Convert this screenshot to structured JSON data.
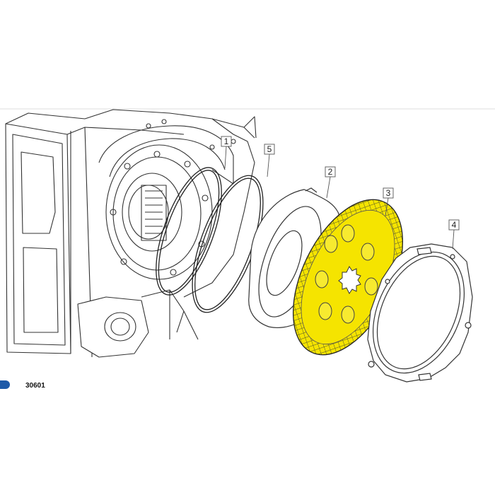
{
  "callouts": [
    {
      "id": "1",
      "label": "1"
    },
    {
      "id": "5",
      "label": "5"
    },
    {
      "id": "2",
      "label": "2"
    },
    {
      "id": "3",
      "label": "3"
    },
    {
      "id": "4",
      "label": "4"
    }
  ],
  "reference_number": "30601",
  "colors": {
    "line": "#333333",
    "highlight": "#f5e400",
    "highlight_mesh": "#5a5a2a",
    "divider": "#d9d9d9",
    "logo": "#1e5aa8"
  }
}
